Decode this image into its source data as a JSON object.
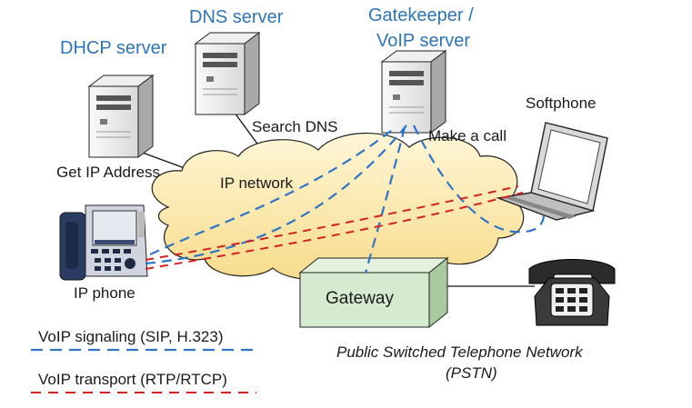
{
  "labels": {
    "dhcp_server": "DHCP server",
    "dns_server": "DNS server",
    "gatekeeper_line1": "Gatekeeper /",
    "gatekeeper_line2": "VoIP server",
    "search_dns": "Search DNS",
    "make_a_call": "Make a call",
    "softphone": "Softphone",
    "get_ip_address": "Get IP Address",
    "ip_network": "IP network",
    "ip_phone": "IP phone",
    "gateway": "Gateway",
    "pstn_line1": "Public Switched Telephone Network",
    "pstn_line2": "(PSTN)"
  },
  "legend": {
    "signaling": "VoIP signaling (SIP, H.323)",
    "transport": "VoIP transport (RTP/RTCP)"
  },
  "colors": {
    "server_label": "#2e75b6",
    "signaling_line": "#2e75c8",
    "transport_line": "#d62020",
    "cloud_fill": "#fbe9b0",
    "gateway_fill": "#d6ead0"
  },
  "icons": [
    "server-icon",
    "cloud-icon",
    "ip-phone-icon",
    "laptop-icon",
    "gateway-box",
    "telephone-icon"
  ]
}
